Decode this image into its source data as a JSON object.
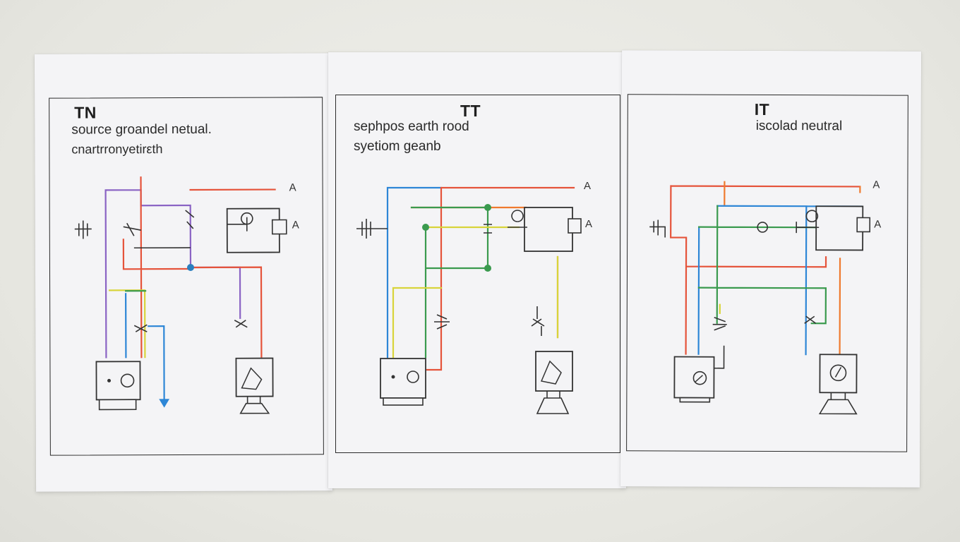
{
  "panels": [
    {
      "id": "tn",
      "title": "TN",
      "subtitle_lines": [
        "source groandel netual.",
        "cnartrronyetirεth"
      ],
      "labels": [
        "A",
        "A"
      ]
    },
    {
      "id": "tt",
      "title": "TT",
      "subtitle_lines": [
        "sephpos earth rood",
        "syetiom geanb"
      ],
      "labels": [
        "A",
        "A"
      ]
    },
    {
      "id": "it",
      "title": "IT",
      "subtitle_lines": [
        "iscolad neutral"
      ],
      "labels": [
        "A",
        "A"
      ]
    }
  ],
  "colors": {
    "paper": "#f4f4f6",
    "frame": "#2a2a2a",
    "wire_red": "#e5533a",
    "wire_purple": "#8a63c4",
    "wire_blue": "#2d86d6",
    "wire_green": "#3a9a4e",
    "wire_yellow": "#d8d43a",
    "wire_orange": "#ef7a2e",
    "ink": "#333333"
  }
}
